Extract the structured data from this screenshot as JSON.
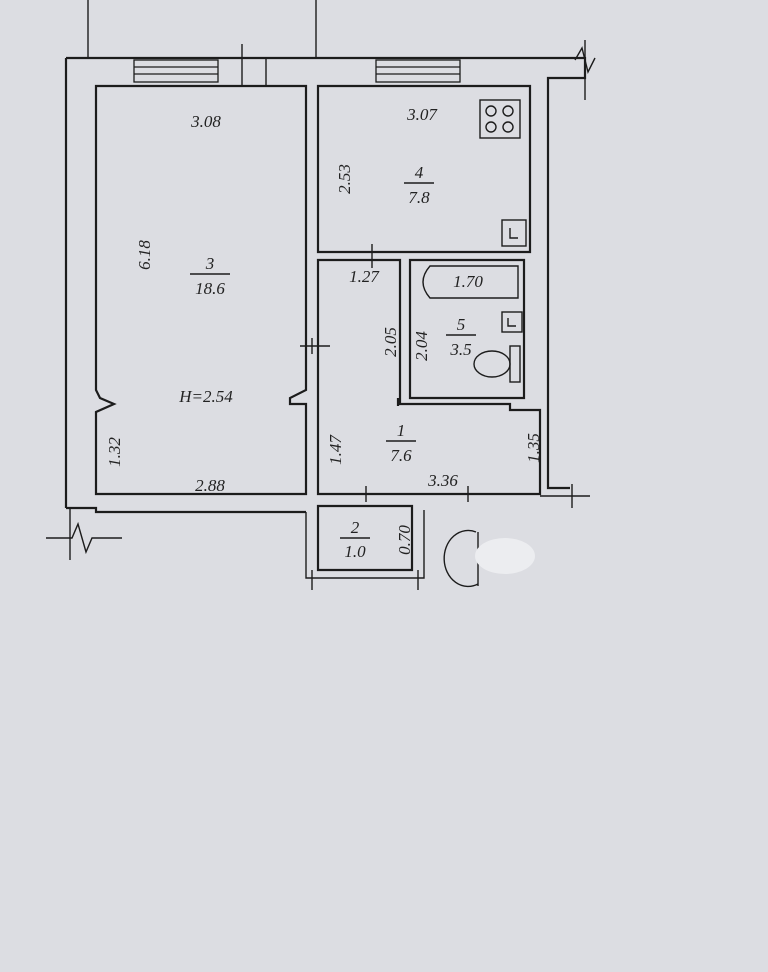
{
  "plan": {
    "height_label": "H=2.54",
    "rooms": [
      {
        "id": "room-3",
        "number": "3",
        "area": "18.6",
        "dims": {
          "top": "3.08",
          "side": "6.18",
          "bottom": "2.88",
          "bottom_left": "1.32"
        }
      },
      {
        "id": "room-4",
        "number": "4",
        "area": "7.8",
        "dims": {
          "top": "3.07",
          "side": "2.53",
          "bottom": "1.27"
        }
      },
      {
        "id": "room-5",
        "number": "5",
        "area": "3.5",
        "dims": {
          "top": "1.70",
          "side_a": "2.05",
          "side_b": "2.04"
        }
      },
      {
        "id": "room-1",
        "number": "1",
        "area": "7.6",
        "dims": {
          "left": "1.47",
          "right": "1.35",
          "bottom": "3.36"
        }
      },
      {
        "id": "room-2",
        "number": "2",
        "area": "1.0",
        "dims": {
          "side": "0.70"
        }
      }
    ]
  },
  "colors": {
    "paper": "#dcdde2",
    "ink": "#1c1c1c"
  }
}
